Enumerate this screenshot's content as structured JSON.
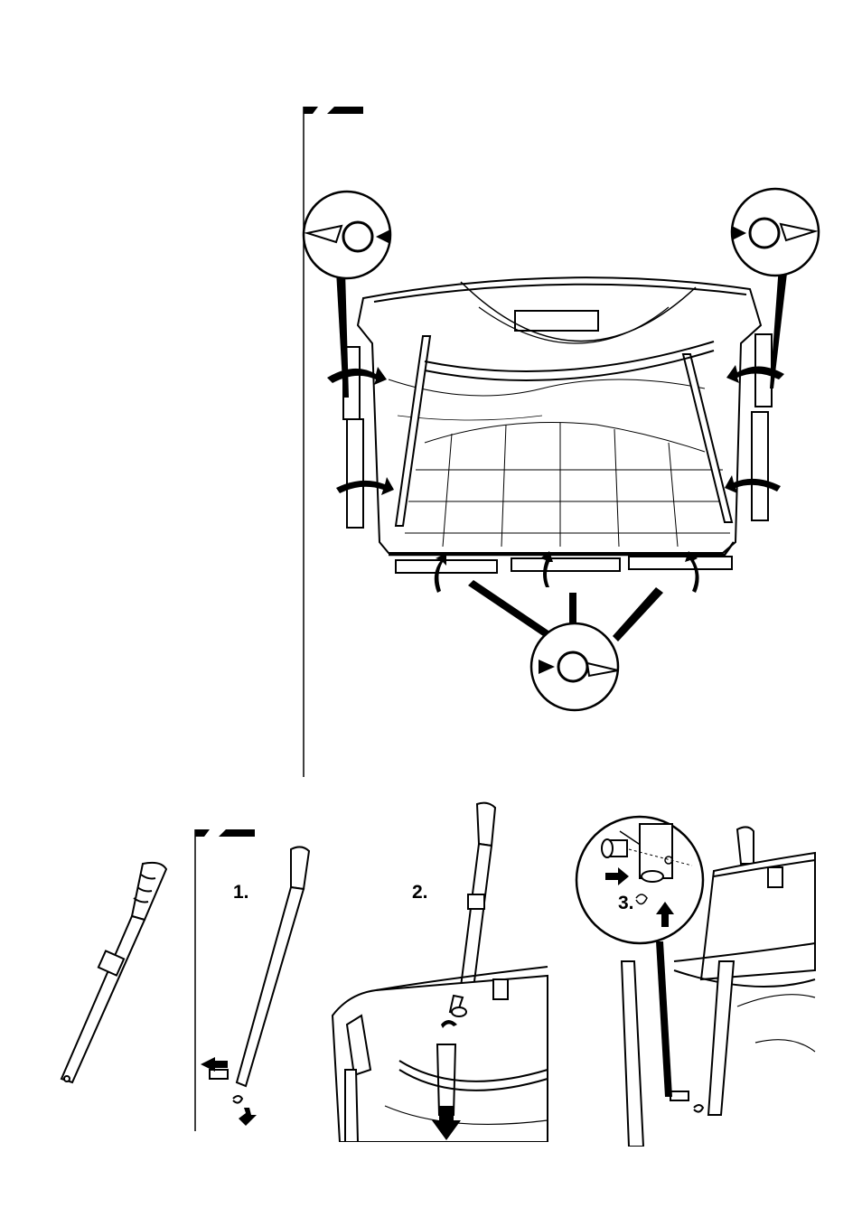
{
  "steps": {
    "step1": "1.",
    "step2": "2.",
    "step3": "3."
  },
  "icons": {
    "top_figure": "grass-catcher-frame-assembly",
    "clip_detail": "clip-detail-icon",
    "handle": "handle-tube-icon",
    "pin": "clevis-pin-icon",
    "hairpin": "hairpin-clip-icon"
  },
  "colors": {
    "line": "#000000",
    "background": "#ffffff"
  }
}
